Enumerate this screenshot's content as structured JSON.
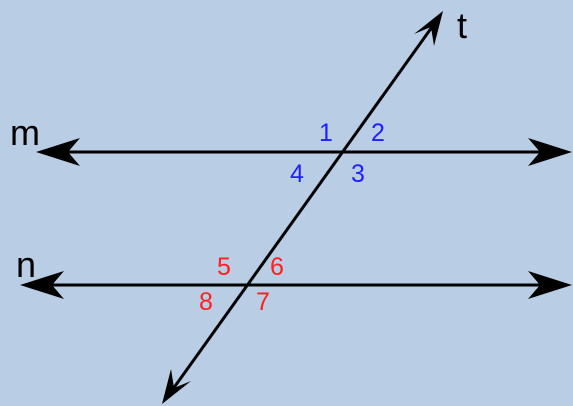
{
  "lines": {
    "m": "m",
    "n": "n",
    "t": "t"
  },
  "angles": {
    "upper": [
      "1",
      "2",
      "3",
      "4"
    ],
    "lower": [
      "5",
      "6",
      "7",
      "8"
    ]
  },
  "colors": {
    "background": "#b9cde4",
    "line": "#000000",
    "upper_angles": "#1f1fff",
    "lower_angles": "#ff2020"
  }
}
